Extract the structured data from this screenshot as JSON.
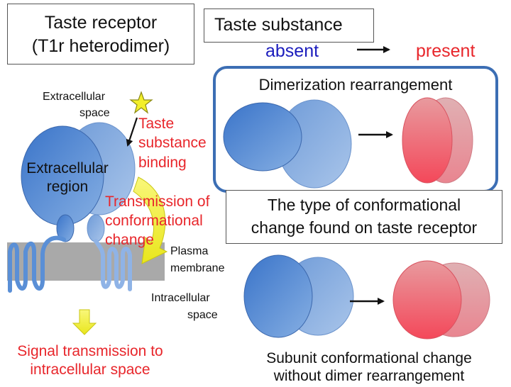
{
  "colors": {
    "red_text": "#e8262b",
    "blue_text": "#1c1dbd",
    "receptor_blue": "#4f86d4",
    "receptor_light_blue": "#7aa6de",
    "membrane_gray": "#aaaaaa",
    "active_red": "#f0596a",
    "arrow_yellow": "#f4f21c",
    "panel_border": "#3c6eb4"
  },
  "receptor_panel": {
    "title_line1": "Taste receptor",
    "title_line2": "(T1r heterodimer)",
    "extracellular_space_line1": "Extracellular",
    "extracellular_space_line2": "space",
    "taste_binding_line1": "Taste",
    "taste_binding_line2": "substance",
    "taste_binding_line3": "binding",
    "extracellular_region_line1": "Extracellular",
    "extracellular_region_line2": "region",
    "transmission_line1": "Transmission of",
    "transmission_line2": "conformational",
    "transmission_line3": "change",
    "plasma_line1": "Plasma",
    "plasma_line2": "membrane",
    "intracellular_line1": "Intracellular",
    "intracellular_line2": "space",
    "signal_line1": "Signal transmission to",
    "signal_line2": "intracellular space",
    "icons": [
      "star-icon",
      "arrow-down-icon",
      "curved-arrow-icon"
    ]
  },
  "substance_panel": {
    "title": "Taste substance",
    "absent": "absent",
    "present": "present"
  },
  "dimerization_panel": {
    "title": "Dimerization rearrangement"
  },
  "type_box": {
    "line1": "The type of conformational",
    "line2": "change found on taste receptor"
  },
  "subunit_panel": {
    "line1": "Subunit conformational change",
    "line2": "without dimer rearrangement"
  }
}
